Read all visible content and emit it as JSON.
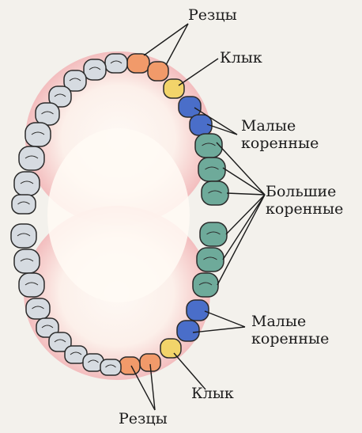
{
  "labels": {
    "incisors_top": "Резцы",
    "canine_top": "Клык",
    "premolars_top": [
      "Малые",
      "коренные"
    ],
    "molars": [
      "Большие",
      "коренные"
    ],
    "premolars_bottom": [
      "Малые",
      "коренные"
    ],
    "canine_bottom": "Клык",
    "incisors_bottom": "Резцы"
  },
  "colors": {
    "incisor": "#f19a6a",
    "canine": "#f2d46a",
    "premolar": "#4a6ec9",
    "molar": "#6eaa9a",
    "left_side_tooth": "#d6dbe1",
    "gum": "#f2b4b6",
    "gum_inner": "#fbe8e4",
    "background": "#f3f1ec"
  },
  "icons": {
    "tooth": "tooth-icon",
    "gum": "gum-arch"
  }
}
